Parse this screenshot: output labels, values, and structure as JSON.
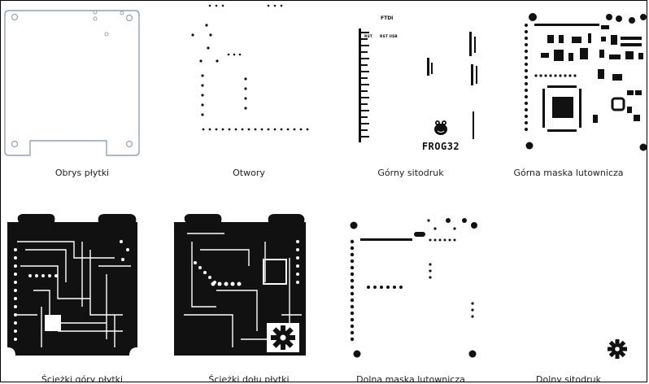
{
  "panels": [
    {
      "caption": "Obrys płytki"
    },
    {
      "caption": "Otwory"
    },
    {
      "caption": "Górny sitodruk",
      "board_marks": [
        "FTDI",
        "RST",
        "RST USB",
        "FROG32"
      ]
    },
    {
      "caption": "Górna maska lutownicza"
    },
    {
      "caption": "Ścieżki góry płytki"
    },
    {
      "caption": "Ścieżki dołu płytki"
    },
    {
      "caption": "Dolna maska lutownicza"
    },
    {
      "caption": "Dolny sitodruk"
    }
  ],
  "colors": {
    "outline": "#8fa3b8",
    "ink": "#111111",
    "background": "#ffffff",
    "caption": "#222222"
  },
  "icons": [
    "gear-icon",
    "frog-logo-icon"
  ]
}
